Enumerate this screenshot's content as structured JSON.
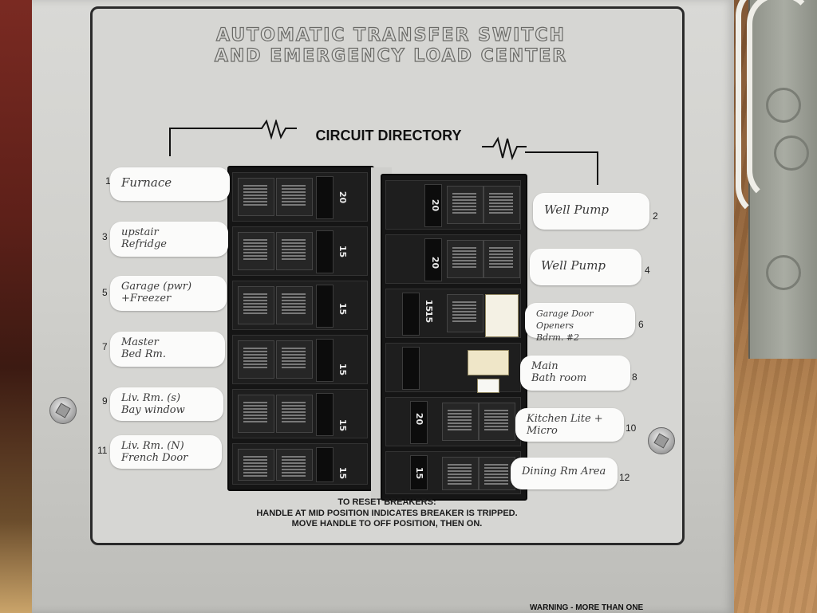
{
  "panel": {
    "title_line1": "AUTOMATIC TRANSFER SWITCH",
    "title_line2": "AND EMERGENCY LOAD CENTER",
    "directory_title": "CIRCUIT DIRECTORY",
    "reset_heading": "TO RESET BREAKERS:",
    "reset_line1": "HANDLE AT MID POSITION INDICATES BREAKER IS TRIPPED.",
    "reset_line2": "MOVE HANDLE TO OFF POSITION, THEN ON.",
    "warning": "WARNING - MORE THAN ONE"
  },
  "circuits_left": [
    {
      "number": "1",
      "label": "Furnace"
    },
    {
      "number": "3",
      "label": "upstair\nRefridge"
    },
    {
      "number": "5",
      "label": "Garage (pwr)\n+Freezer"
    },
    {
      "number": "7",
      "label": "Master\nBed Rm."
    },
    {
      "number": "9",
      "label": "Liv. Rm. (s)\nBay window"
    },
    {
      "number": "11",
      "label": "Liv. Rm. (N)\nFrench Door"
    }
  ],
  "circuits_right": [
    {
      "number": "2",
      "label": "Well Pump"
    },
    {
      "number": "4",
      "label": "Well Pump"
    },
    {
      "number": "6",
      "label": "Garage Door Openers\nBdrm. #2"
    },
    {
      "number": "8",
      "label": "Main\nBath room"
    },
    {
      "number": "10",
      "label": "Kitchen Lite +\nMicro"
    },
    {
      "number": "12",
      "label": "Dining Rm Area"
    }
  ],
  "breakers_left": [
    {
      "rating": "20"
    },
    {
      "rating": "15"
    },
    {
      "rating": "15"
    },
    {
      "rating": "15"
    },
    {
      "rating": "15"
    },
    {
      "rating": "15"
    }
  ],
  "breakers_right": [
    {
      "rating": "20"
    },
    {
      "rating": "20"
    },
    {
      "rating": "15"
    },
    {
      "rating": "15"
    },
    {
      "rating": "20"
    },
    {
      "rating": "15"
    }
  ]
}
